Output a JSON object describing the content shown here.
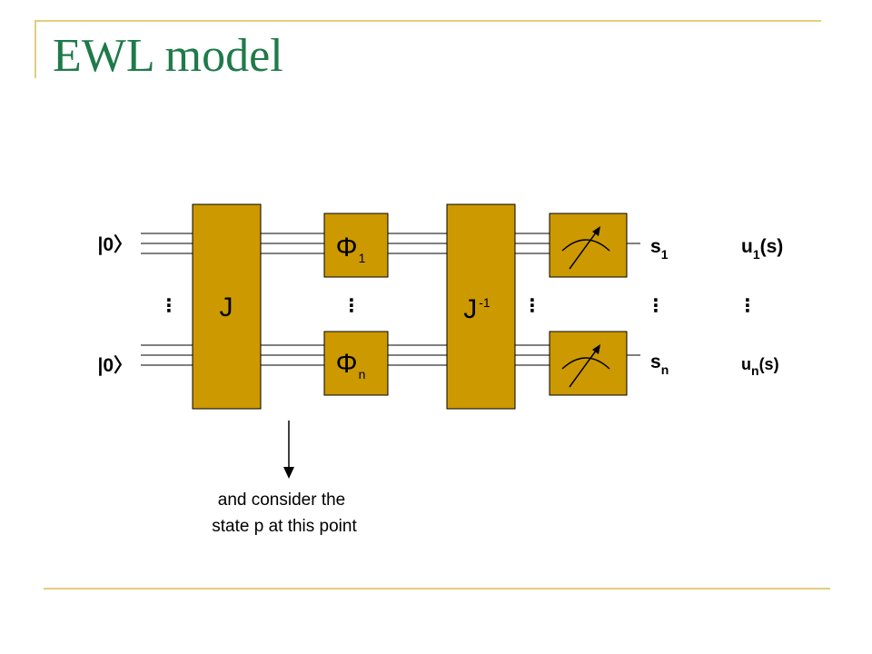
{
  "slide": {
    "title": "EWL model"
  },
  "colors": {
    "gate_fill": "#cc9900",
    "title": "#1f7a4a",
    "accent_rule": "#e2ce7a"
  },
  "inputs": {
    "ket_top": "|0〉",
    "ket_bottom": "|0〉"
  },
  "gates": {
    "J": "J",
    "phi_1": {
      "base": "Φ",
      "sub": "1"
    },
    "phi_n": {
      "base": "Φ",
      "sub": "n"
    },
    "J_inv": {
      "base": "J",
      "sup": "-1"
    },
    "measurement": "meter-icon"
  },
  "outputs": {
    "s_1": {
      "base": "s",
      "sub": "1"
    },
    "s_n": {
      "base": "s",
      "sub": "n"
    },
    "u_1": {
      "base": "u",
      "sub": "1",
      "rest": "(s)"
    },
    "u_n": {
      "base": "u",
      "sub": "n",
      "rest": "(s)"
    }
  },
  "ellipsis": "⋮",
  "annotation": {
    "line1": "and consider the",
    "line2": "state p at this point"
  }
}
